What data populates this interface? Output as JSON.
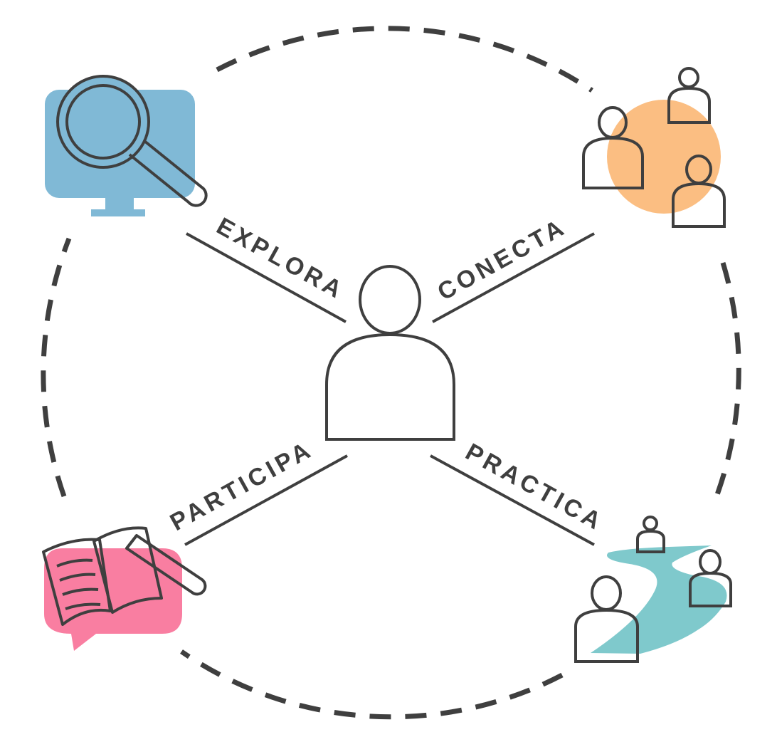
{
  "labels": {
    "explora": "EXPLORA",
    "conecta": "CONECTA",
    "participa": "PARTICIPA",
    "practica": "PRACTICA"
  },
  "colors": {
    "stroke": "#3f3f3f",
    "monitor": "#80b9d6",
    "network": "#fbbe82",
    "bubble": "#f97ea1",
    "path": "#7fc9cc",
    "background": "#ffffff"
  },
  "icons": {
    "explora": "monitor-magnifier-icon",
    "conecta": "people-network-icon",
    "participa": "book-pencil-icon",
    "practica": "people-path-icon",
    "center": "person-icon"
  }
}
